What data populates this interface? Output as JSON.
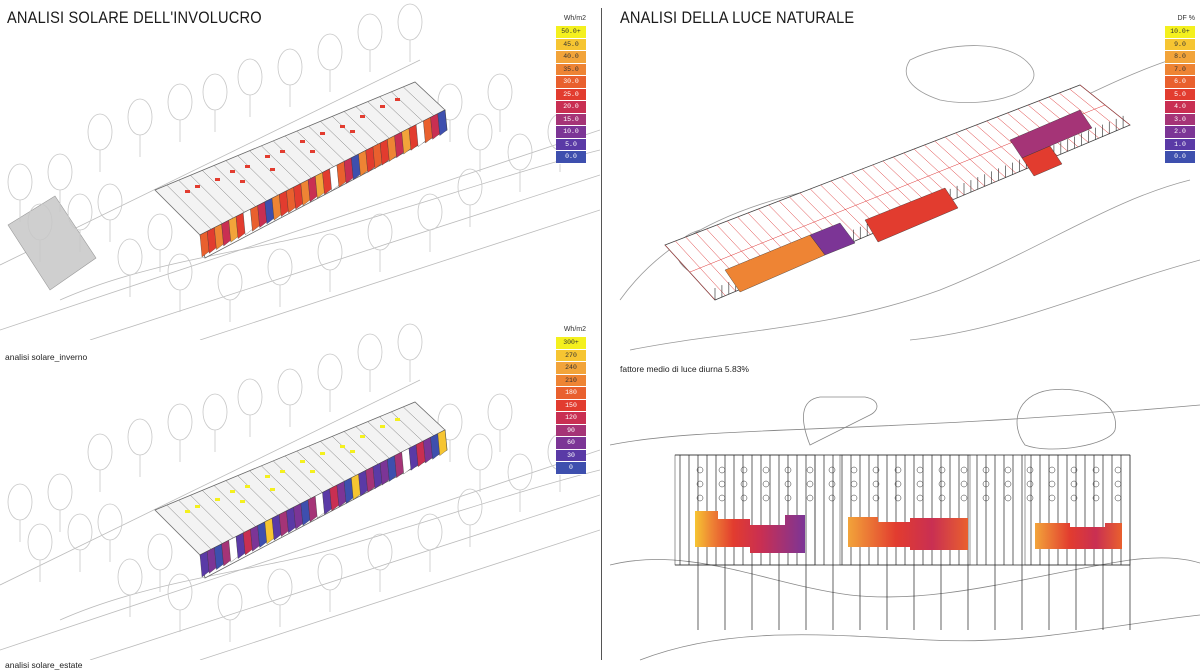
{
  "left": {
    "title": "ANALISI SOLARE DELL'INVOLUCRO",
    "winter": {
      "caption": "analisi solare_inverno",
      "legend": {
        "unit": "Wh/m2",
        "items": [
          {
            "label": "50.0+",
            "color": "#f4f01e"
          },
          {
            "label": "45.0",
            "color": "#f6c532"
          },
          {
            "label": "40.0",
            "color": "#f2a43a"
          },
          {
            "label": "35.0",
            "color": "#ee8434"
          },
          {
            "label": "30.0",
            "color": "#e9602e"
          },
          {
            "label": "25.0",
            "color": "#e23c2f"
          },
          {
            "label": "20.0",
            "color": "#c92f52"
          },
          {
            "label": "15.0",
            "color": "#a53477"
          },
          {
            "label": "10.0",
            "color": "#7c3596"
          },
          {
            "label": "5.0",
            "color": "#5a3aa6"
          },
          {
            "label": "0.0",
            "color": "#3e4fae"
          }
        ]
      }
    },
    "summer": {
      "caption": "analisi solare_estate",
      "legend": {
        "unit": "Wh/m2",
        "items": [
          {
            "label": "300+",
            "color": "#f4f01e"
          },
          {
            "label": "270",
            "color": "#f6c532"
          },
          {
            "label": "240",
            "color": "#f2a43a"
          },
          {
            "label": "210",
            "color": "#ee8434"
          },
          {
            "label": "180",
            "color": "#e9602e"
          },
          {
            "label": "150",
            "color": "#e23c2f"
          },
          {
            "label": "120",
            "color": "#c92f52"
          },
          {
            "label": "90",
            "color": "#a53477"
          },
          {
            "label": "60",
            "color": "#7c3596"
          },
          {
            "label": "30",
            "color": "#5a3aa6"
          },
          {
            "label": "0",
            "color": "#3e4fae"
          }
        ]
      }
    }
  },
  "right": {
    "title": "ANALISI DELLA LUCE NATURALE",
    "caption": "fattore medio di luce diurna 5.83%",
    "legend": {
      "unit": "DF %",
      "items": [
        {
          "label": "10.0+",
          "color": "#f4f01e"
        },
        {
          "label": "9.0",
          "color": "#f6c532"
        },
        {
          "label": "8.0",
          "color": "#f2a43a"
        },
        {
          "label": "7.0",
          "color": "#ee8434"
        },
        {
          "label": "6.0",
          "color": "#e9602e"
        },
        {
          "label": "5.0",
          "color": "#e23c2f"
        },
        {
          "label": "4.0",
          "color": "#c92f52"
        },
        {
          "label": "3.0",
          "color": "#a53477"
        },
        {
          "label": "2.0",
          "color": "#7c3596"
        },
        {
          "label": "1.0",
          "color": "#5a3aa6"
        },
        {
          "label": "0.0",
          "color": "#3e4fae"
        }
      ]
    }
  }
}
